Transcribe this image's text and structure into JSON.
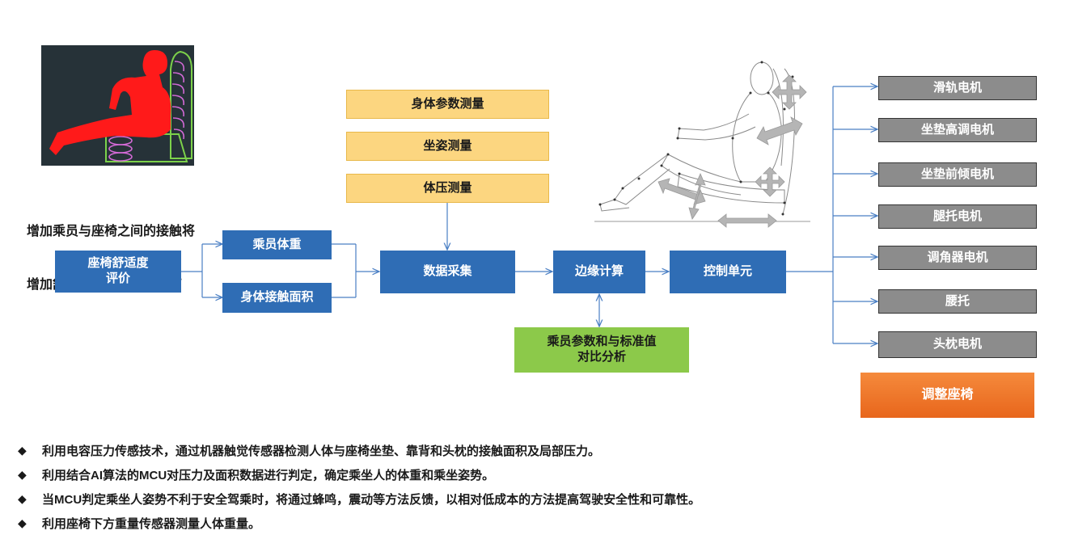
{
  "caption": {
    "line1": "增加乘员与座椅之间的接触将",
    "line2": "增加舒适度并减少身体疲劳"
  },
  "flow": {
    "evaluation": "座椅舒适度\n评价",
    "weight": "乘员体重",
    "contact_area": "身体接触面积",
    "data_collection": "数据采集",
    "edge_computing": "边缘计算",
    "control_unit": "控制单元",
    "analysis": "乘员参数和与标准值\n对比分析"
  },
  "measurements": [
    {
      "label": "身体参数测量"
    },
    {
      "label": "坐姿测量"
    },
    {
      "label": "体压测量"
    }
  ],
  "motors": [
    {
      "label": "滑轨电机"
    },
    {
      "label": "坐垫高调电机"
    },
    {
      "label": "坐垫前倾电机"
    },
    {
      "label": "腿托电机"
    },
    {
      "label": "调角器电机"
    },
    {
      "label": "腰托"
    },
    {
      "label": "头枕电机"
    }
  ],
  "adjust_seat": "调整座椅",
  "bullets": [
    {
      "text": "利用电容压力传感技术，通过机器触觉传感器检测人体与座椅坐垫、靠背和头枕的接触面积及局部压力。"
    },
    {
      "text": "利用结合AI算法的MCU对压力及面积数据进行判定，确定乘坐人的体重和乘坐姿势。"
    },
    {
      "text": "当MCU判定乘坐人姿势不利于安全驾乘时，将通过蜂鸣，震动等方法反馈，以相对低成本的方法提高驾驶安全性和可靠性。"
    },
    {
      "text": "利用座椅下方重量传感器测量人体重量。"
    }
  ],
  "bullet_symbol": "◆",
  "colors": {
    "blue": "#2f6db5",
    "yellow": "#fcd680",
    "green": "#8cc94a",
    "grey": "#8c8c8c",
    "orange": "#ee7427",
    "connector": "#4a7fc4"
  }
}
